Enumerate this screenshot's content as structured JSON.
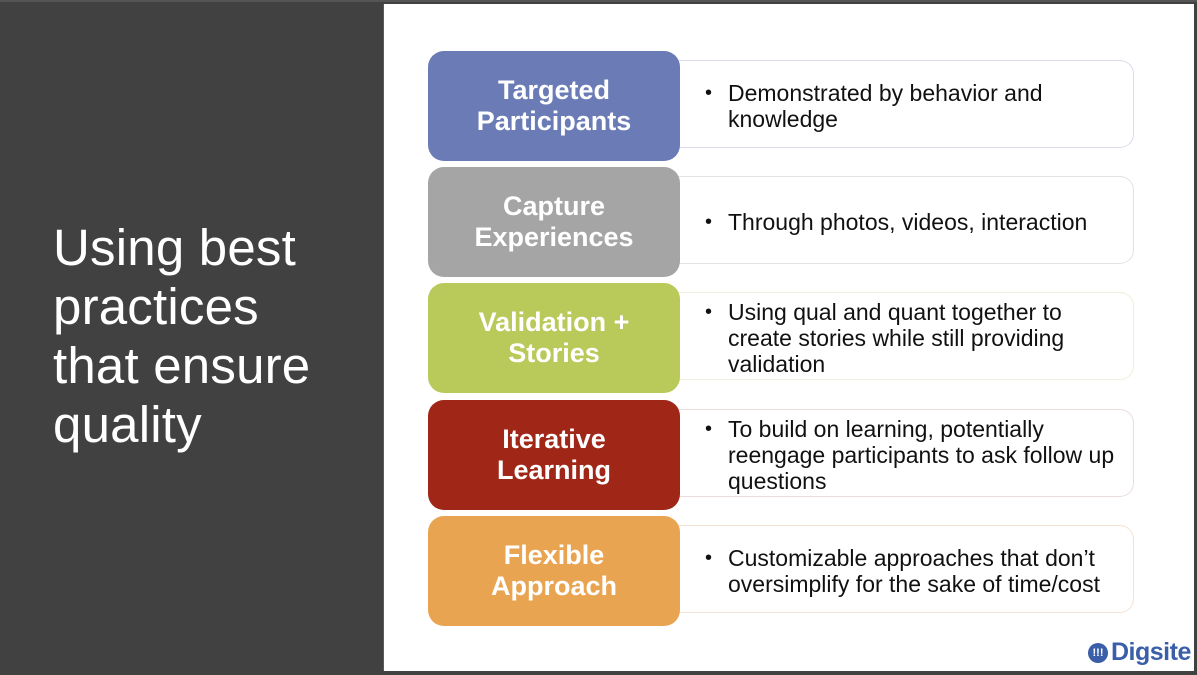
{
  "slide": {
    "title": "Using best practices that ensure quality",
    "title_lines": [
      "Using best",
      "practices",
      "that ensure",
      "quality"
    ],
    "rows": [
      {
        "label_lines": [
          "Targeted",
          "Participants"
        ],
        "color": "#6a7bb5",
        "border": "#dcdcea",
        "bullet": "Demonstrated by behavior and knowledge"
      },
      {
        "label_lines": [
          "Capture",
          "Experiences"
        ],
        "color": "#a5a5a5",
        "border": "#e2e2e2",
        "bullet": "Through photos, videos, interaction"
      },
      {
        "label_lines": [
          "Validation +",
          "Stories"
        ],
        "color": "#b9c95a",
        "border": "#eef0da",
        "bullet": "Using qual and quant together to create stories while still providing validation"
      },
      {
        "label_lines": [
          "Iterative",
          "Learning"
        ],
        "color": "#a02618",
        "border": "#ecdcdc",
        "bullet": "To build on learning, potentially reengage participants to ask follow up questions"
      },
      {
        "label_lines": [
          "Flexible",
          "Approach"
        ],
        "color": "#e9a451",
        "border": "#f3e3d2",
        "bullet": "Customizable approaches that don’t oversimplify for the sake of time/cost"
      }
    ],
    "logo": {
      "mark": "!!!",
      "text": "Digsite"
    }
  }
}
